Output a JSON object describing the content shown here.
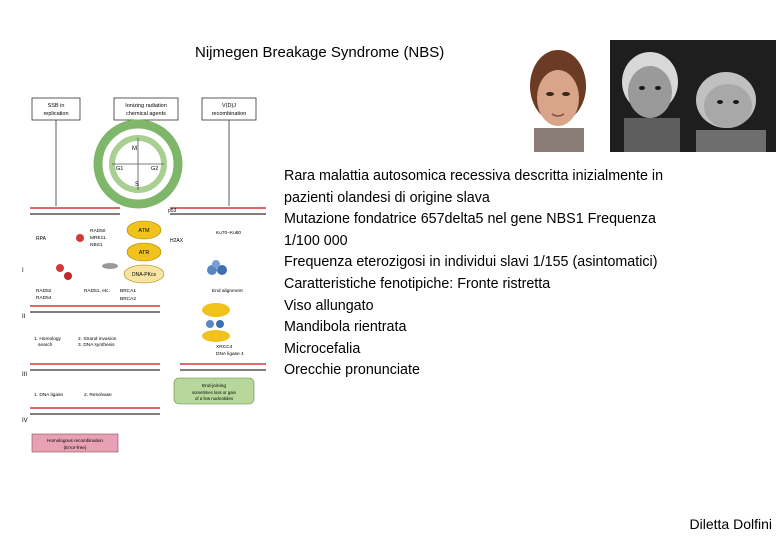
{
  "slide": {
    "title": "Nijmegen Breakage Syndrome (NBS)",
    "lines": [
      "Rara malattia autosomica recessiva descritta inizialmente in",
      "pazienti olandesi di origine slava",
      "Mutazione fondatrice 657delta5 nel gene NBS1 Frequenza",
      "1/100 000",
      "Frequenza eterozigosi in individui slavi 1/155 (asintomatici)",
      "Caratteristiche fenotipiche: Fronte ristretta",
      "Viso allungato",
      "Mandibola rientrata",
      "Microcefalia",
      "Orecchie pronunciate"
    ],
    "author": "Diletta Dolfini"
  },
  "diagram": {
    "box_ssb": [
      "SSB in",
      "replication"
    ],
    "box_ionizing": [
      "Ionizing radiation",
      "chemical agents"
    ],
    "box_vdj": [
      "V(D)J",
      "recombination"
    ],
    "cycle": [
      "M",
      "G1",
      "G2",
      "S"
    ],
    "nodes": [
      "ATM",
      "ATR",
      "DNA-PKcs",
      "p53",
      "H2AX"
    ],
    "left_labels": [
      "RPA",
      "RAD50",
      "MRE11",
      "NBS1",
      "RAD52",
      "RAD54",
      "RAD51, etc.",
      "BRCA1",
      "BRCA2"
    ],
    "right_labels": [
      "Ku70–Ku80",
      "End alignment",
      "XRCC4",
      "DNA ligase 4"
    ],
    "roman": [
      "I",
      "II",
      "III",
      "IV"
    ],
    "steps_left": [
      "1. Homology",
      "search",
      "2. Strand invasion",
      "3. DNA synthesis",
      "1. DNA ligase",
      "2. Resolvase"
    ],
    "hr_box": [
      "Homologous recombination",
      "(Error-free)"
    ],
    "nhej_box": [
      "End-joining",
      "sometimes loss or gain",
      "of a few nucleotides"
    ]
  },
  "colors": {
    "cycle_green": "#7fb76a",
    "node_yellow": "#f1c21b",
    "pink_box": "#e8a0b4",
    "nhej_green": "#b7d89a",
    "strand_red": "#d23a3a",
    "strand_dark": "#555555"
  }
}
